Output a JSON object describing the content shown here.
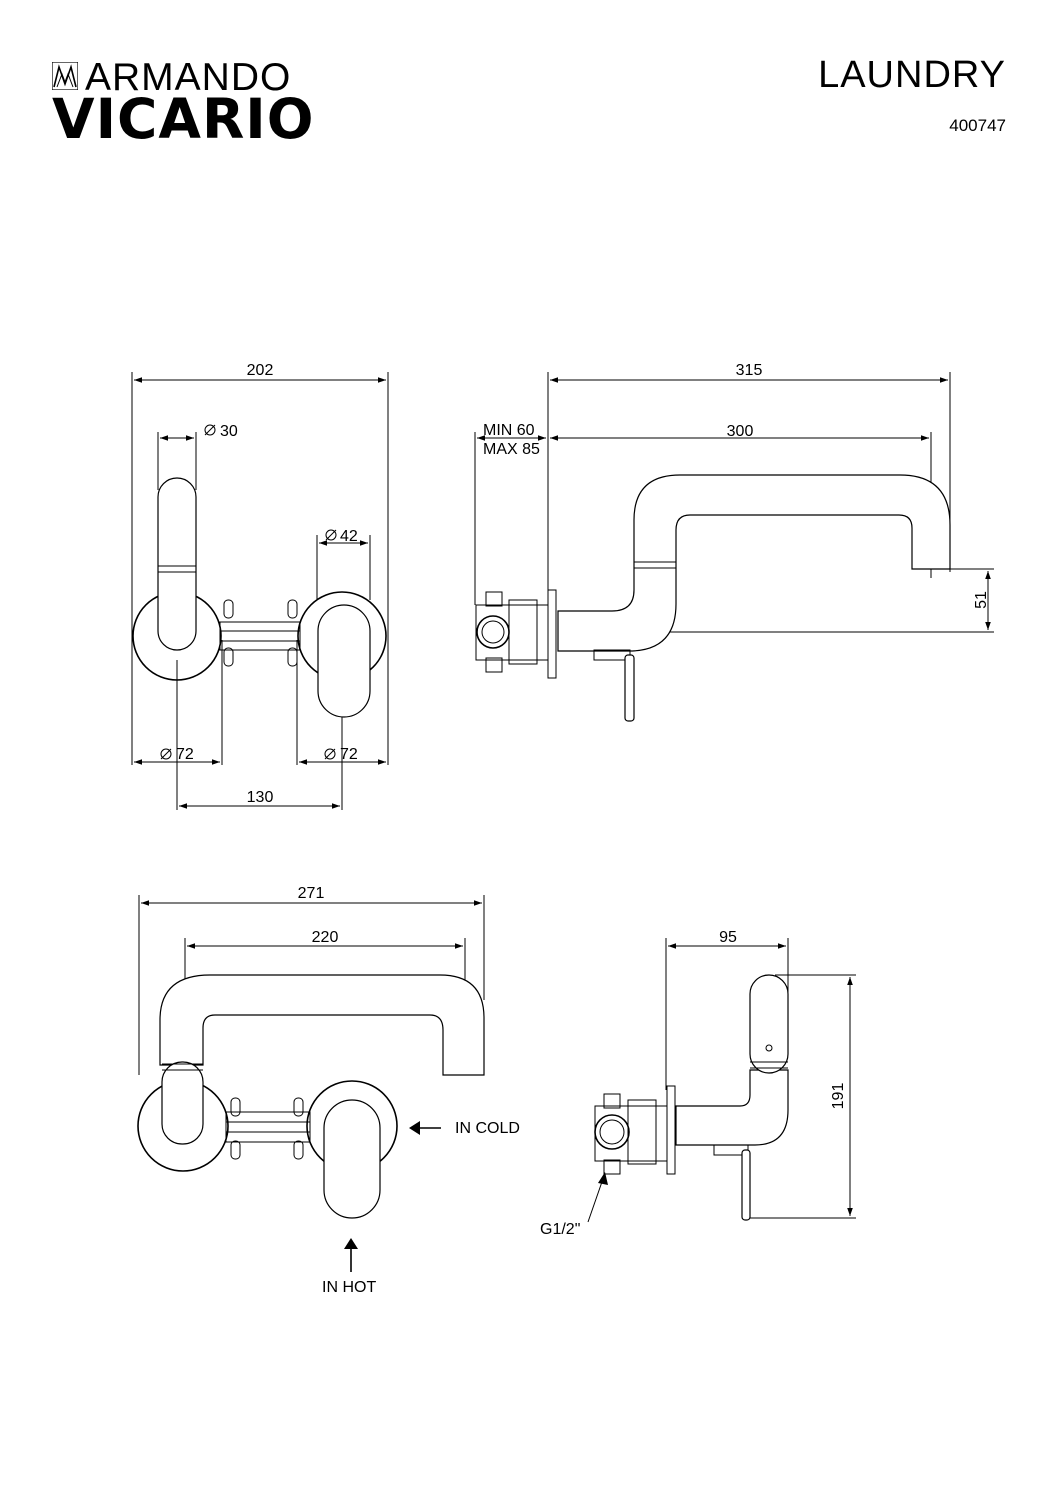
{
  "header": {
    "brand_top": "ARMANDO",
    "brand_bottom": "VICARIO",
    "title": "LAUNDRY",
    "code": "400747"
  },
  "dimensions": {
    "front_total_width": "202",
    "spout_diameter": "30",
    "handle_diameter": "42",
    "left_rosette": "72",
    "right_rosette": "72",
    "centers": "130",
    "side_projection": "315",
    "side_spout_reach": "300",
    "wall_min": "MIN 60",
    "wall_max": "MAX 85",
    "side_spout_drop": "51",
    "front2_total_width": "271",
    "front2_spout_width": "220",
    "side2_depth": "95",
    "side2_height": "191"
  },
  "labels": {
    "in_cold": "IN COLD",
    "in_hot": "IN HOT",
    "thread": "G1/2\""
  },
  "colors": {
    "line": "#000000",
    "background": "#ffffff"
  }
}
